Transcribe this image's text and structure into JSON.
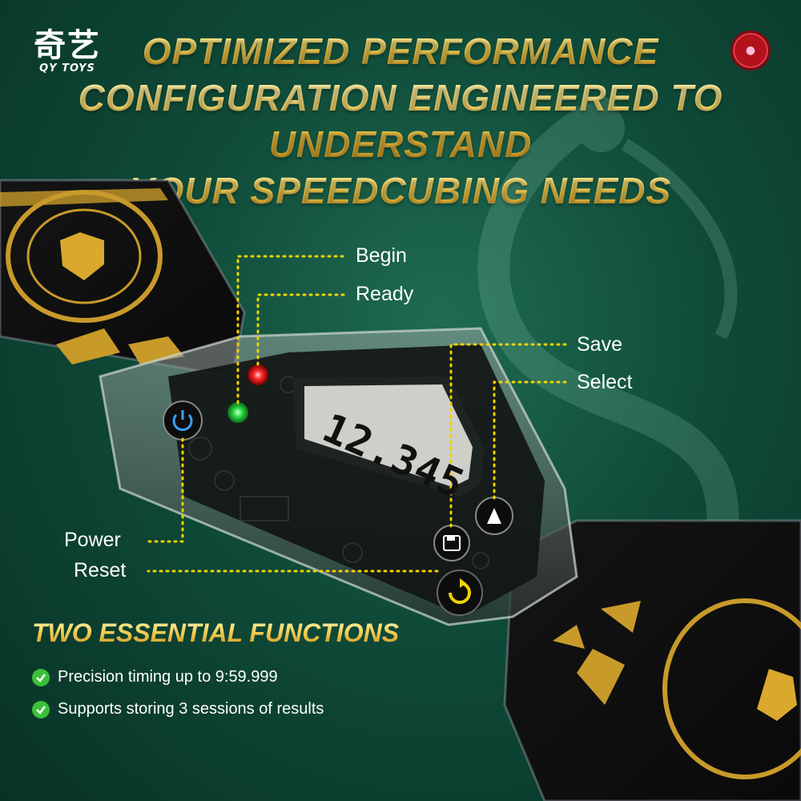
{
  "brand": {
    "name_cn": "奇艺",
    "name_en": "QY TOYS"
  },
  "headline": [
    "OPTIMIZED PERFORMANCE",
    "CONFIGURATION ENGINEERED TO UNDERSTAND",
    "YOUR SPEEDCUBING NEEDS"
  ],
  "display": {
    "time": "12.345"
  },
  "labels": {
    "begin": "Begin",
    "ready": "Ready",
    "save": "Save",
    "select": "Select",
    "power": "Power",
    "reset": "Reset"
  },
  "functions": {
    "title": "TWO ESSENTIAL FUNCTIONS",
    "items": [
      "Precision timing up to 9:59.999",
      "Supports storing 3 sessions of results"
    ]
  },
  "colors": {
    "gold": "#f3cf55",
    "led_red": "#ff2a2a",
    "led_green": "#2ee04a",
    "power_blue": "#3aa0ff",
    "reset_yellow": "#f2d200",
    "check_green": "#3bbf3b",
    "background": "#0f4a38"
  },
  "icons": [
    "power-icon",
    "save-icon",
    "select-arrow-icon",
    "reset-icon",
    "check-icon",
    "seal-icon"
  ]
}
